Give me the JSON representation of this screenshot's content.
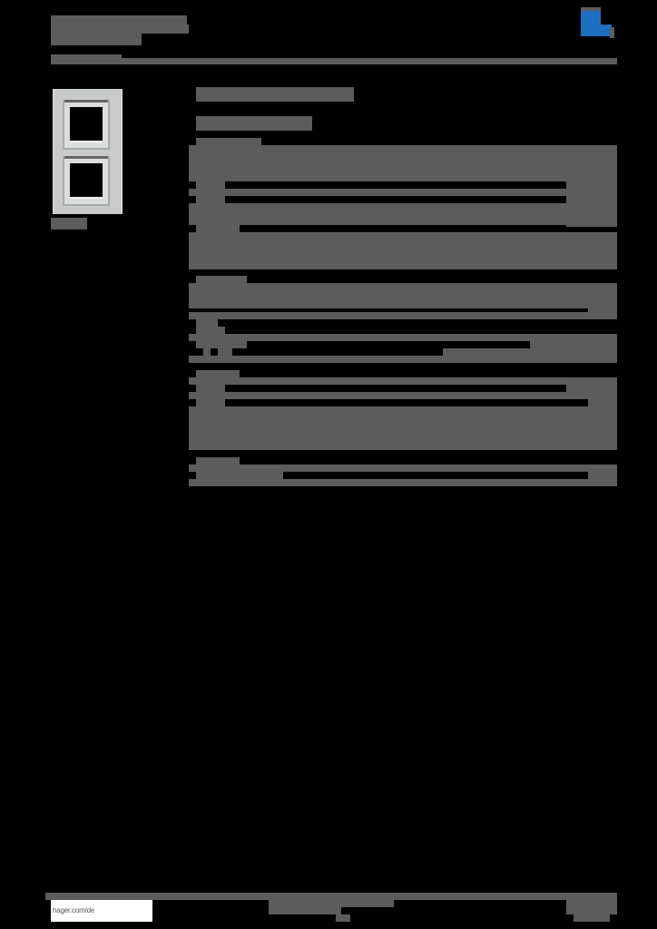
{
  "document": {
    "type": "product-data-sheet",
    "brand_color": "#1e6fbf",
    "redaction_color": "#5b5c5b",
    "background_color": "#000000"
  },
  "header": {
    "title_block": "redacted",
    "logo": "hager-logo-icon"
  },
  "product": {
    "image": "double-frame-vertical-2-gang",
    "caption": "redacted"
  },
  "content": {
    "heading": "redacted",
    "subheading": "redacted",
    "sections": [
      {
        "label": "redacted",
        "rows": 5
      },
      {
        "label": "redacted",
        "rows": 4
      },
      {
        "label": "redacted",
        "rows": 3
      },
      {
        "label": "redacted",
        "rows": 1
      }
    ]
  },
  "footer": {
    "url": "hager.com/de",
    "center_block": "redacted",
    "right_block": "redacted"
  }
}
